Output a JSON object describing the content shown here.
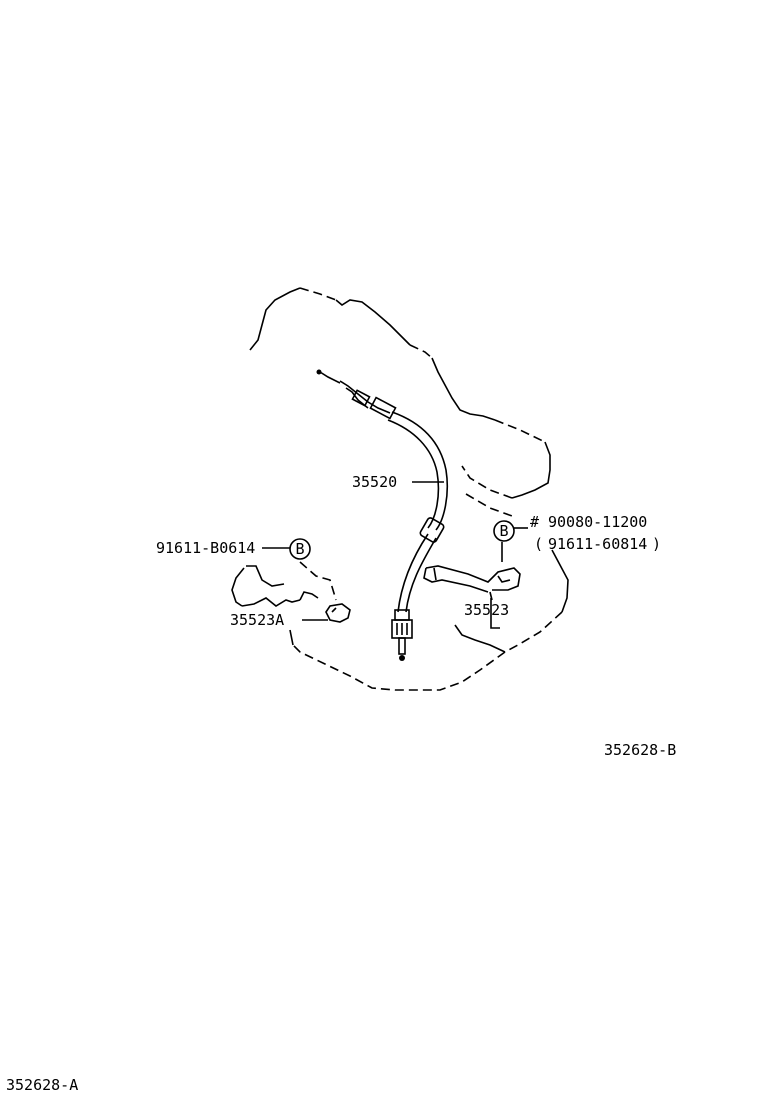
{
  "parts": {
    "cable": "35520",
    "bolt_number": "90080-11200",
    "bolt_alt_number": "91611-60814",
    "bolt_mark": "#",
    "left_bolt_number": "91611-B0614",
    "bracket_right": "35523",
    "bracket_left": "35523A",
    "callout_letter": "B"
  },
  "references": {
    "view_b": "352628-B",
    "view_a": "352628-A"
  }
}
